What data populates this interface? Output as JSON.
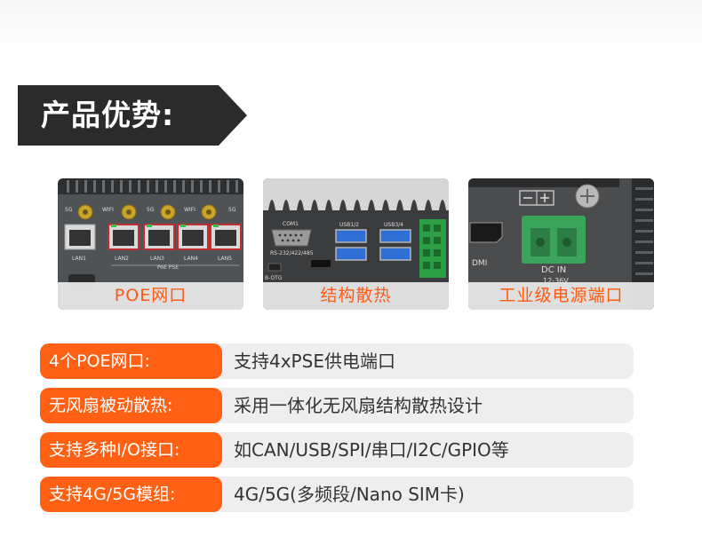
{
  "section": {
    "title": "产品优势:"
  },
  "photos": [
    {
      "caption": "POE网口",
      "labels": [
        "5G",
        "WIFI",
        "5G",
        "WIFI",
        "5G",
        "LAN1",
        "LAN2",
        "LAN3",
        "LAN4",
        "LAN5",
        "PoE PSE"
      ]
    },
    {
      "caption": "结构散热",
      "labels": [
        "COM1",
        "RS-232/422/485",
        "USB1/2",
        "USB3/4",
        "B-OTG"
      ]
    },
    {
      "caption": "工业级电源端口",
      "labels": [
        "DMI",
        "DC IN",
        "12-36V"
      ]
    }
  ],
  "features": [
    {
      "label": "4个POE网口:",
      "value": "支持4xPSE供电端口"
    },
    {
      "label": "无风扇被动散热:",
      "value": "采用一体化无风扇结构散热设计"
    },
    {
      "label": "支持多种I/O接口:",
      "value": "如CAN/USB/SPI/串口/I2C/GPIO等"
    },
    {
      "label": "支持4G/5G模组:",
      "value": "4G/5G(多频段/Nano SIM卡)"
    }
  ],
  "colors": {
    "accent": "#ff6014",
    "header_bg": "#2b2b2b",
    "row_bg": "#eeeeee"
  }
}
